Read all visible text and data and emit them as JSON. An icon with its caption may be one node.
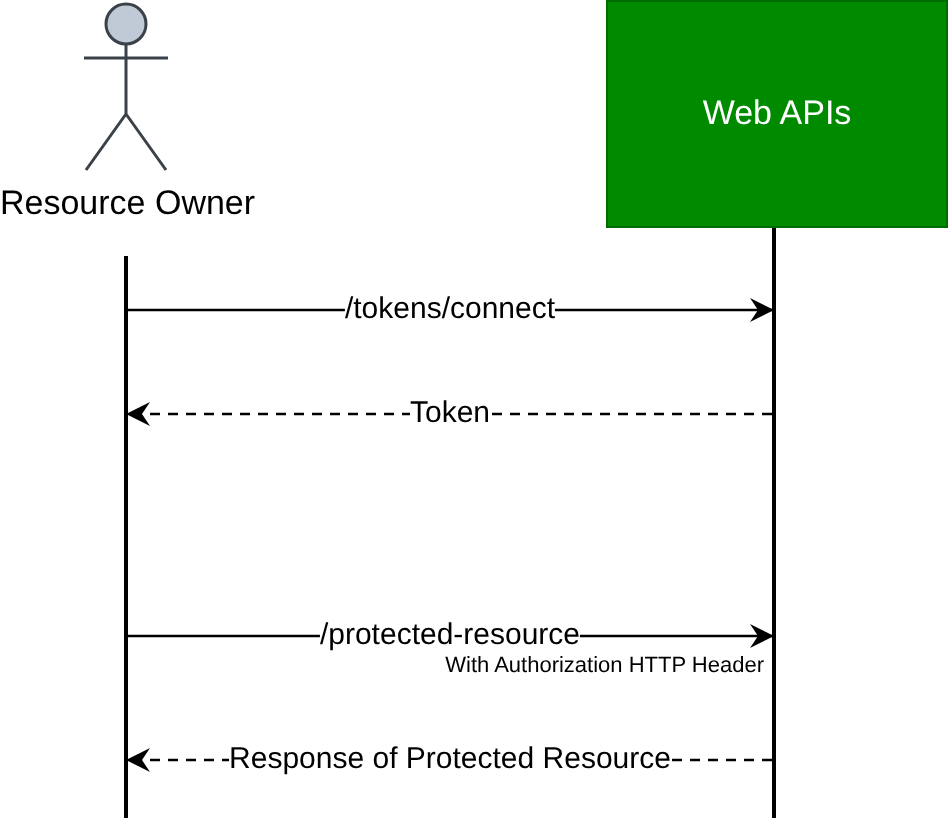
{
  "diagram": {
    "nodes": [
      {
        "text": [
          "Resource Owner"
        ]
      },
      {
        "text": [
          "Web APIs"
        ]
      },
      {
        "text": [],
        "shape": "bar"
      },
      {
        "text": [],
        "shape": "bar"
      }
    ],
    "edges": [
      {
        "from": 2,
        "to": 3,
        "arrow": "to",
        "label": "/tokens/connect"
      },
      {
        "from": 3,
        "to": 2,
        "arrow": "to",
        "label": "Token",
        "style": "dashed"
      },
      {
        "from": 2,
        "to": 3,
        "arrow": "to",
        "label": "/protected-resource"
      },
      {
        "from": 3,
        "to": 2,
        "arrow": "to",
        "label": "Response of Protected Resource",
        "style": "dashed"
      }
    ],
    "labels": [
      "With Authorization HTTP Header"
    ]
  }
}
